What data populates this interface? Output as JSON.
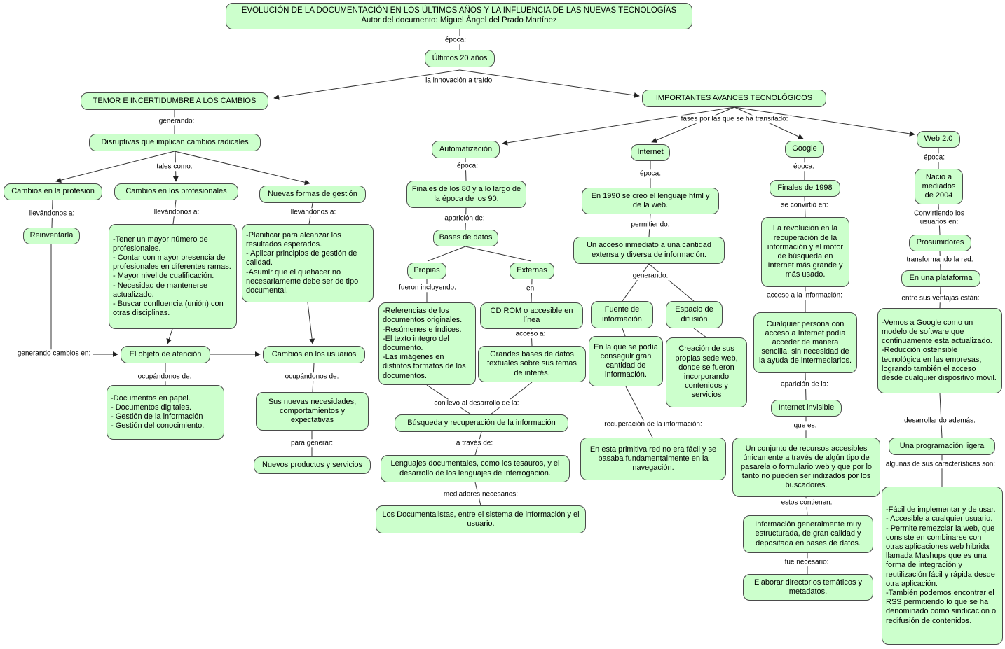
{
  "colors": {
    "node_fill": "#ccffcc",
    "node_border": "#4a4a4a",
    "line": "#333333",
    "background": "#ffffff"
  },
  "nodes": {
    "title": "EVOLUCIÓN DE LA DOCUMENTACIÓN EN LOS ÚLTIMOS AÑOS Y LA INFLUENCIA DE LAS NUEVAS TECNOLOGÍAS\nAutor del documento: Miguel Ángel del Prado Martínez",
    "ultimos20": "Últimos 20 años",
    "temor": "TEMOR E INCERTIDUMBRE A LOS CAMBIOS",
    "avances": "IMPORTANTES AVANCES TECNOLÓGICOS",
    "disruptivas": "Disruptivas que implican cambios radicales",
    "automatizacion": "Automatización",
    "internet": "Internet",
    "google": "Google",
    "web20": "Web 2.0",
    "cambios_profesion": "Cambios en la profesión",
    "cambios_profesionales": "Cambios en los profesionales",
    "nuevas_formas": "Nuevas formas de gestión",
    "reinventarla": "Reinventarla",
    "tener_mayor": "-Tener un mayor número de profesionales.\n- Contar con mayor presencia de profesionales en diferentes ramas.\n- Mayor nivel de cualificación.\n- Necesidad de mantenerse actualizado.\n- Buscar confluencia (unión) con otras disciplinas.",
    "planificar": "-Planificar para alcanzar los resultados esperados.\n- Aplicar principios de gestión de calidad.\n-Asumir que el quehacer no necesariamente debe ser de tipo documental.",
    "finales80": "Finales de los 80 y a lo largo de la época de los 90.",
    "en1990": "En 1990 se creó el lenguaje html y de la web.",
    "finales1998": "Finales de 1998",
    "nacio2004": "Nació a mediados de 2004",
    "bases_datos": "Bases de datos",
    "revolucion": "La revolución en la recuperación de la información y el motor de búsqueda en Internet más grande y más usado.",
    "prosumidores": "Prosumidores",
    "acceso_inmediato": "Un acceso inmediato a una cantidad extensa y diversa de información.",
    "propias": "Propias",
    "externas": "Externas",
    "en_plataforma": "En una plataforma",
    "referencias": "-Referencias de los documentos originales.\n-Resúmenes e índices.\n-El texto integro del documento.\n-Las imágenes en distintos formatos de los documentos.",
    "cdrom": "CD ROM o accesible en línea",
    "fuente_info": "Fuente de información",
    "espacio_difusion": "Espacio de difusión",
    "cualquier_persona": "Cualquier persona con acceso a Internet podía acceder de manera sencilla, sin necesidad de la ayuda de intermediarios.",
    "vemos_google": "-Vemos a Google como un modelo de software que continuamente esta actualizado.\n-Reducción ostensible tecnológica en las empresas, logrando también el acceso desde cualquier dispositivo móvil.",
    "grandes_bases": "Grandes bases de datos textuales sobre sus temas de interés.",
    "en_la_que": "En la que se podía conseguir gran cantidad de información.",
    "creacion": "Creación de sus propias sede web, donde se fueron incorporando contenidos y servicios",
    "objeto_atencion": "El objeto de atención",
    "cambios_usuarios": "Cambios en los usuarios",
    "internet_invisible": "Internet invisible",
    "documentos_papel": "-Documentos en papel.\n- Documentos digitales.\n- Gestión de la información\n- Gestión del conocimiento.",
    "nuevas_necesidades": "Sus nuevas necesidades, comportamientos y expectativas",
    "busqueda": "Búsqueda y recuperación de la información",
    "primitiva_red": "En esta primitiva red no era fácil y se basaba fundamentalmente en la navegación.",
    "conjunto_recursos": "Un conjunto de recursos accesibles únicamente a través de algún tipo de pasarela o formulario web y que por lo tanto no pueden ser indizados por los buscadores.",
    "programacion_ligera": "Una programación ligera",
    "nuevos_productos": "Nuevos productos y servicios",
    "lenguajes": "Lenguajes documentales, como los tesauros, y el desarrollo de los lenguajes de interrogación.",
    "documentalistas": "Los Documentalistas, entre el sistema de información y el usuario.",
    "informacion_estructurada": "Información generalmente muy estructurada, de gran calidad y depositada en bases de datos.",
    "elaborar_directorios": "Elaborar directorios temáticos y metadatos.",
    "facil_implementar": "-Fácil de implementar y de usar.\n- Accesible a cualquier usuario.\n- Permite remezclar la web, que consiste en combinarse con otras aplicaciones web hibrida llamada Mashups que es una forma de integración y reutilización fácil y rápida desde otra aplicación.\n-También podemos encontrar el RSS permitiendo lo que se ha denominado como sindicación o redifusión de contenidos."
  },
  "labels": {
    "epoca_title": "época:",
    "innovacion": "la innovación a traído:",
    "generando1": "generando:",
    "fases": "fases por las que se ha transitado:",
    "tales": "tales como:",
    "epoca_auto": "época:",
    "epoca_internet": "época:",
    "epoca_google": "época:",
    "epoca_web": "época:",
    "llevandonos1": "llevándonos a:",
    "llevandonos2": "llevándonos a:",
    "llevandonos3": "llevándonos a:",
    "se_convirtio": "se convirtió en:",
    "convirtiendo": "Convirtiendo los\nusuarios en:",
    "aparicion_de": "aparición de:",
    "permitiendo": "permitiendo:",
    "transformando": "transformando la red:",
    "fueron_incluyendo": "fueron incluyendo:",
    "en": "en:",
    "generando2": "generando:",
    "acceso_informacion": "acceso a la información:",
    "ventajas": "entre sus ventajas están:",
    "generando_cambios": "generando cambios en:",
    "ocupandonos1": "ocupándonos de:",
    "ocupandonos2": "ocupándonos de:",
    "acceso_a": "acceso a:",
    "aparicion_la": "aparición de la:",
    "conllevo": "conllevo al desarrollo de la:",
    "que_es": "que es:",
    "desarrollando": "desarrollando además:",
    "recuperacion": "recuperación de la información:",
    "para_generar": "para generar:",
    "a_traves": "a través de:",
    "caracteristicas": "algunas de sus características son:",
    "mediadores": "mediadores necesarios:",
    "estos_contienen": "estos contienen:",
    "fue_necesario": "fue necesario:"
  }
}
